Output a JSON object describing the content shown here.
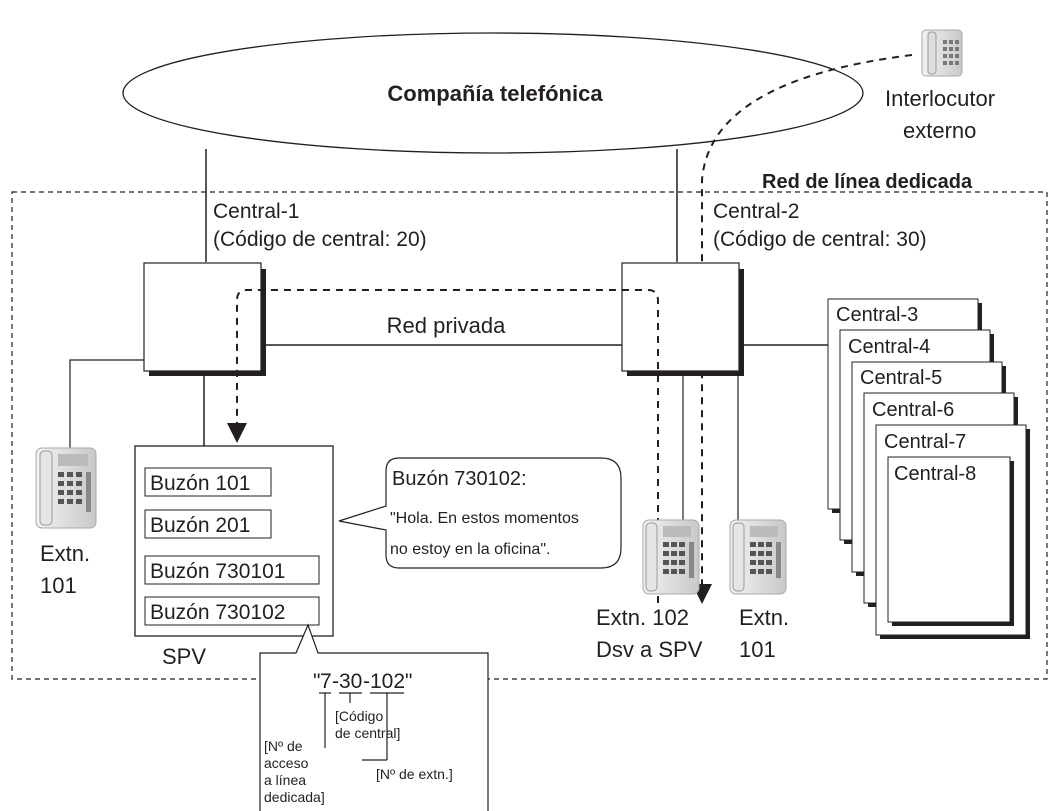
{
  "labels": {
    "telco": "Compañía telefónica",
    "external_party_line1": "Interlocutor",
    "external_party_line2": "externo",
    "dedicated_network": "Red de línea dedicada",
    "pbx1_name": "Central-1",
    "pbx1_code": "(Código de central: 20)",
    "pbx2_name": "Central-2",
    "pbx2_code": "(Código de central: 30)",
    "private_network": "Red privada",
    "pbx_stack": [
      "Central-3",
      "Central-4",
      "Central-5",
      "Central-6",
      "Central-7",
      "Central-8"
    ],
    "ext_left_line1": "Extn.",
    "ext_left_line2": "101",
    "ext102_line1": "Extn. 102",
    "ext102_line2": "Dsv a SPV",
    "ext101_right_line1": "Extn.",
    "ext101_right_line2": "101",
    "spv": "SPV"
  },
  "mailboxes": [
    "Buzón 101",
    "Buzón 201",
    "Buzón 730101",
    "Buzón 730102"
  ],
  "bubble": {
    "line1": "Buzón 730102:",
    "line2": "\"Hola. En estos momentos",
    "line3": "no estoy en la oficina\"."
  },
  "dial_code": {
    "quote_open": "\"",
    "part1": "7",
    "dash1": "-",
    "part2": "30",
    "dash2": "-",
    "part3": "102",
    "quote_close": "\"",
    "note_access_lines": [
      "[Nº de",
      "acceso",
      "a línea",
      "dedicada]"
    ],
    "note_pbx_code_lines": [
      "[Código",
      "de central]"
    ],
    "note_ext": "[Nº de extn.]"
  }
}
